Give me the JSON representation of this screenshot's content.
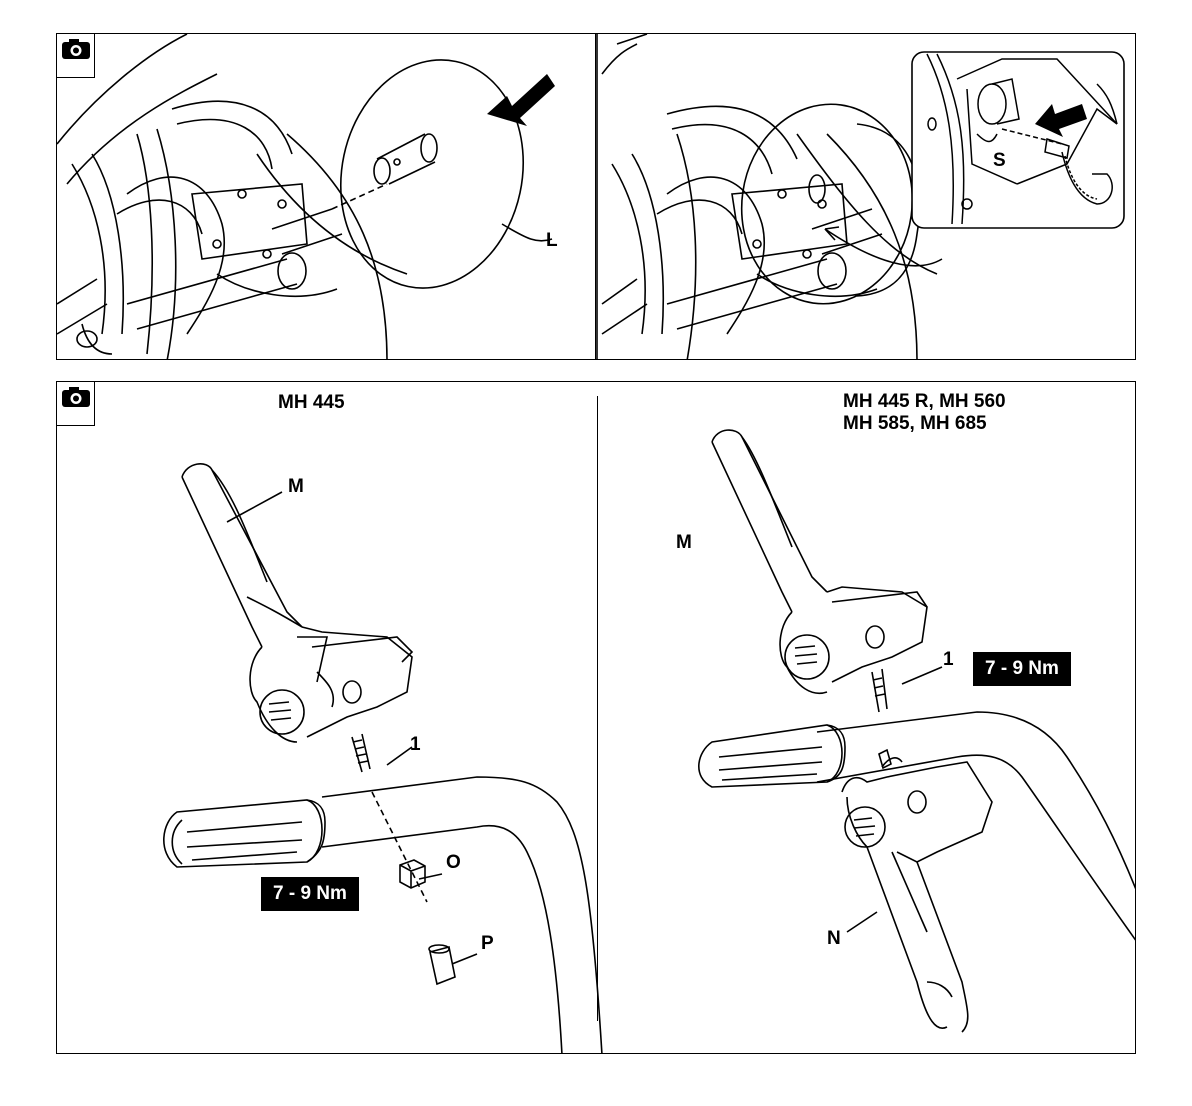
{
  "figure_top": {
    "left_labels": {
      "L": "L"
    },
    "right_labels": {
      "S": "S"
    }
  },
  "figure_bottom": {
    "left_header": "MH 445",
    "right_header_line1": "MH 445 R, MH 560",
    "right_header_line2": "MH 585, MH 685",
    "left_labels": {
      "M": "M",
      "one": "1",
      "O": "O",
      "P": "P"
    },
    "left_torque": "7 - 9 Nm",
    "right_labels": {
      "M": "M",
      "one": "1",
      "N": "N"
    },
    "right_torque": "7 - 9 Nm"
  },
  "icons": {
    "camera": "camera-icon",
    "arrow": "push-arrow-icon"
  }
}
